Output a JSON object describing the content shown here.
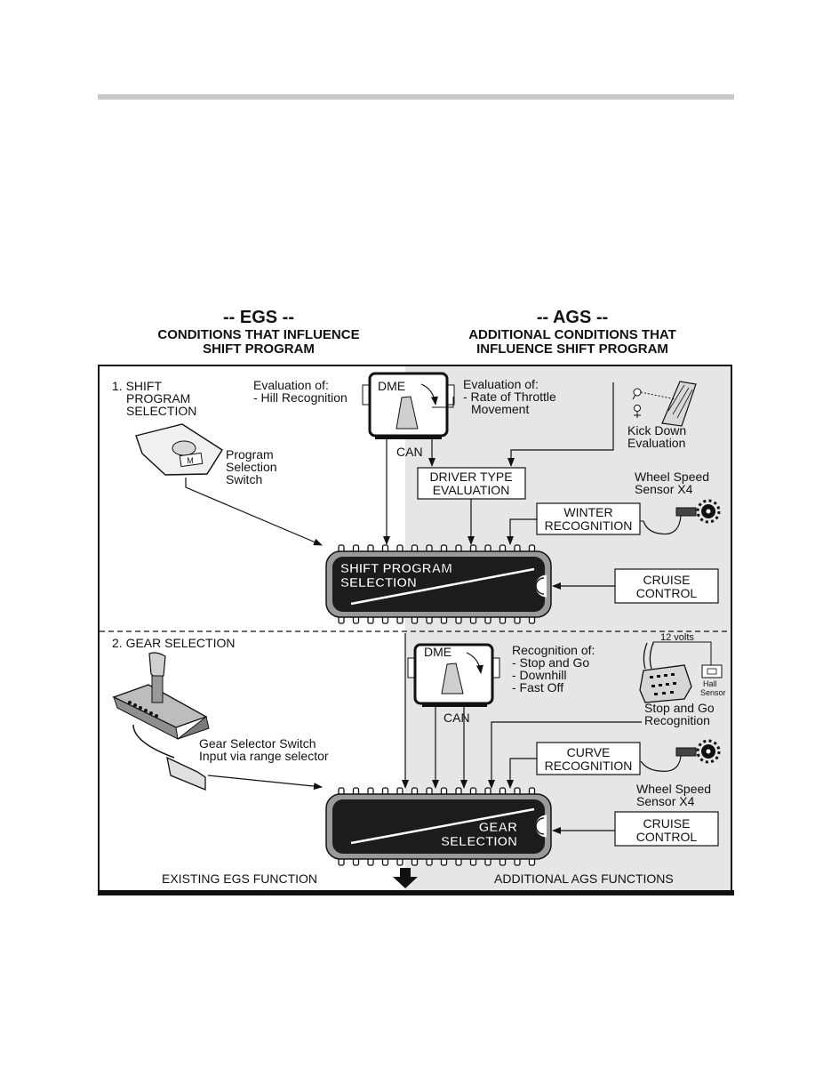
{
  "egs": {
    "heading": "-- EGS --",
    "subheading_line1": "CONDITIONS THAT INFLUENCE",
    "subheading_line2": "SHIFT PROGRAM"
  },
  "ags": {
    "heading": "-- AGS --",
    "subheading_line1": "ADDITIONAL CONDITIONS THAT",
    "subheading_line2": "INFLUENCE SHIFT PROGRAM"
  },
  "section1": {
    "title_line1": "1. SHIFT",
    "title_line2": "PROGRAM",
    "title_line3": "SELECTION",
    "switch_label_line1": "Program",
    "switch_label_line2": "Selection",
    "switch_label_line3": "Switch",
    "switch_badge": "M",
    "hill_line1": "Evaluation of:",
    "hill_line2": "- Hill Recognition",
    "dme": "DME",
    "can": "CAN",
    "throttle_line1": "Evaluation of:",
    "throttle_line2": "- Rate of Throttle",
    "throttle_line3": "Movement",
    "kickdown_line1": "Kick Down",
    "kickdown_line2": "Evaluation",
    "driver_type_line1": "DRIVER TYPE",
    "driver_type_line2": "EVALUATION",
    "wheel_speed_line1": "Wheel Speed",
    "wheel_speed_line2": "Sensor X4",
    "winter_line1": "WINTER",
    "winter_line2": "RECOGNITION",
    "chip_line1": "SHIFT PROGRAM",
    "chip_line2": "SELECTION",
    "cruise_line1": "CRUISE",
    "cruise_line2": "CONTROL"
  },
  "section2": {
    "title": "2. GEAR SELECTION",
    "selector_line1": "Gear Selector Switch",
    "selector_line2": "Input via range selector",
    "dme": "DME",
    "can": "CAN",
    "recog_line1": "Recognition of:",
    "recog_line2": "- Stop and Go",
    "recog_line3": "- Downhill",
    "recog_line4": "- Fast Off",
    "volts": "12 volts",
    "hall_line1": "Hall",
    "hall_line2": "Sensor",
    "stopgo_line1": "Stop and Go",
    "stopgo_line2": "Recognition",
    "curve_line1": "CURVE",
    "curve_line2": "RECOGNITION",
    "wheel_speed_line1": "Wheel Speed",
    "wheel_speed_line2": "Sensor X4",
    "chip_line1": "GEAR",
    "chip_line2": "SELECTION",
    "cruise_line1": "CRUISE",
    "cruise_line2": "CONTROL"
  },
  "footer": {
    "left": "EXISTING EGS FUNCTION",
    "right": "ADDITIONAL AGS FUNCTIONS"
  },
  "colors": {
    "ags_shading": "#e6e6e6",
    "chip_body": "#1c1c1c",
    "chip_rim": "#9a9a9a",
    "rule": "#c8c8c8",
    "line": "#111111"
  }
}
